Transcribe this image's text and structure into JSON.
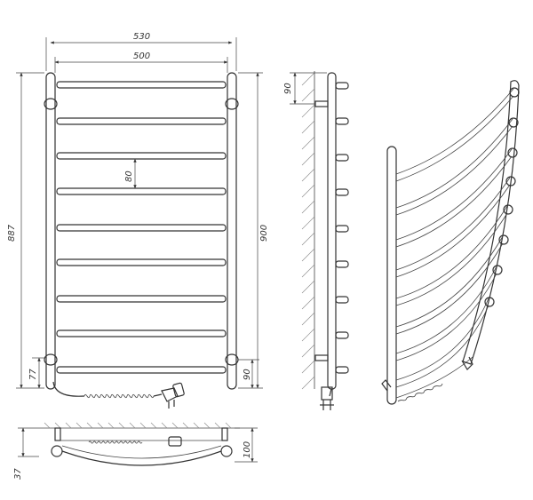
{
  "dimensions": {
    "overall_width": "530",
    "bar_width": "500",
    "overall_height": "887",
    "pipe_height": "900",
    "rung_spacing": "80",
    "bottom_offset": "77",
    "bracket_offset_bottom": "90",
    "bracket_offset_top": "90",
    "wall_depth": "37",
    "total_depth": "100"
  },
  "views": [
    "front-view",
    "side-view",
    "perspective-view",
    "top-view"
  ],
  "colors": {
    "line": "#333333",
    "hatch": "#888888",
    "background": "#ffffff"
  }
}
